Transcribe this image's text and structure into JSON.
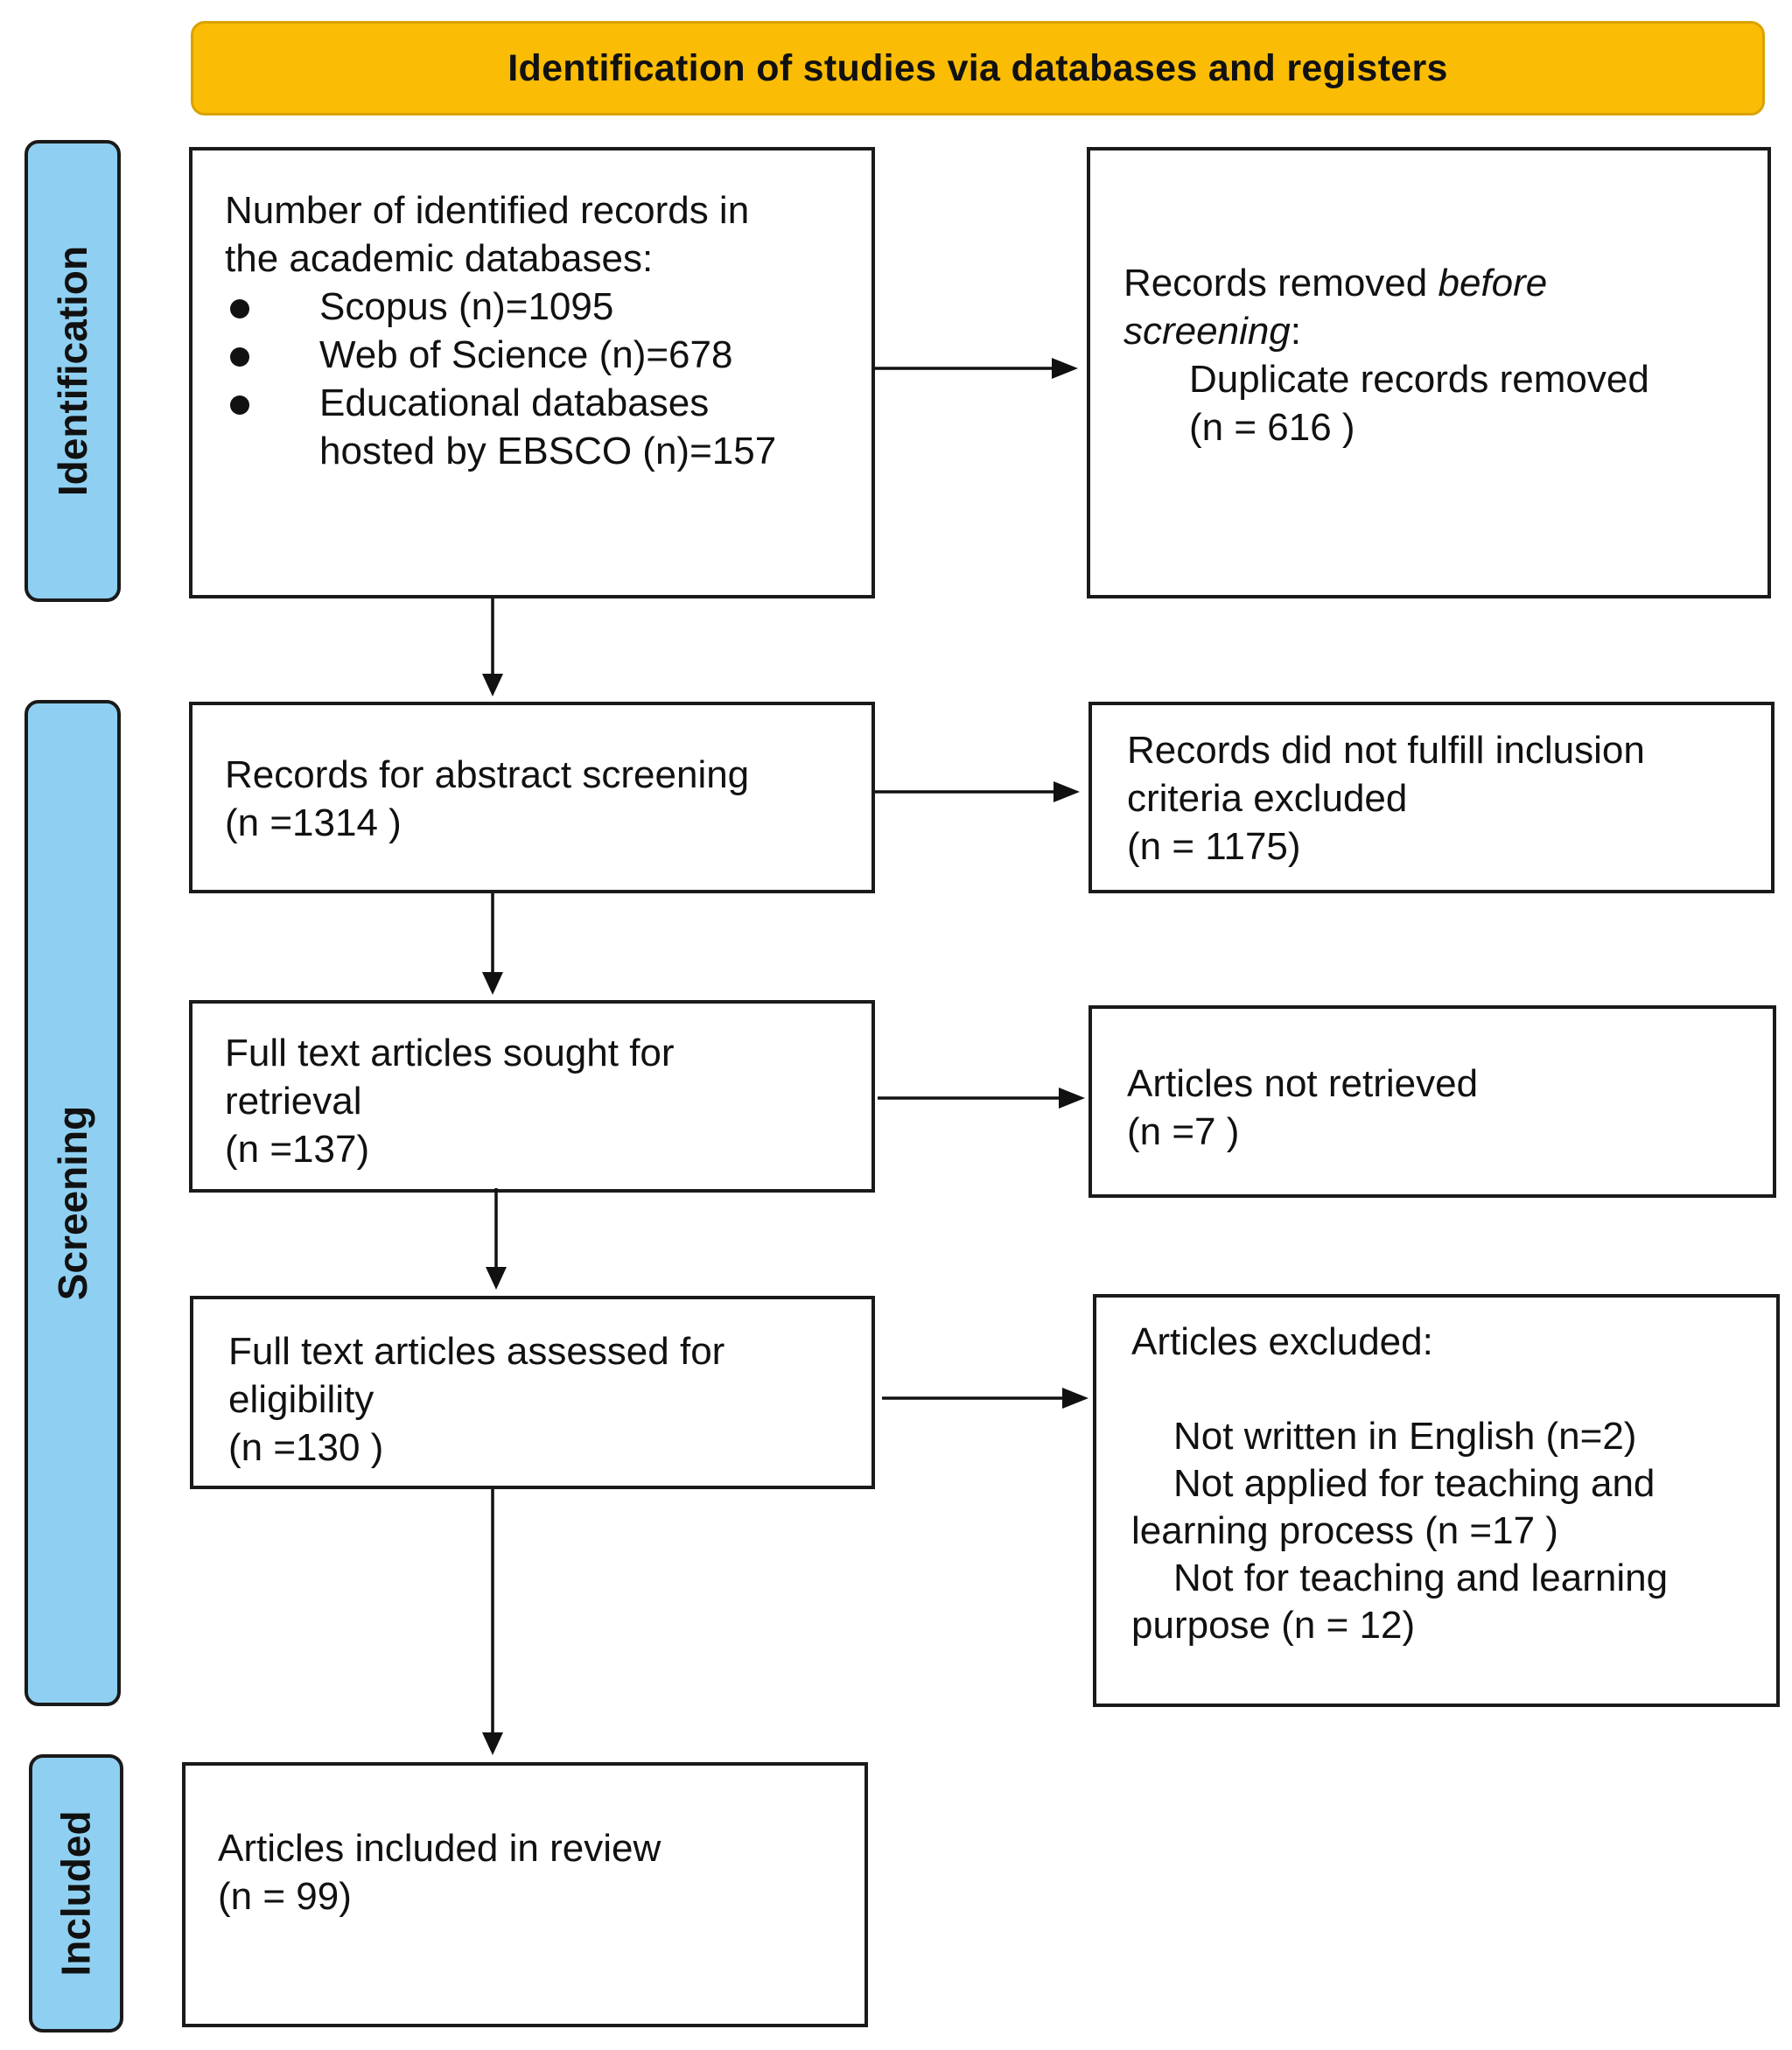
{
  "banner": {
    "title": "Identification of studies via databases and registers"
  },
  "phases": {
    "identification": "Identification",
    "screening": "Screening",
    "included": "Included"
  },
  "identified": {
    "intro_line1": "Number of identified records in",
    "intro_line2": "the academic databases:",
    "sources": [
      {
        "line1": "Scopus (n)=1095"
      },
      {
        "line1": "Web of Science (n)=678"
      },
      {
        "line1": "Educational databases",
        "line2": "hosted by EBSCO (n)=157"
      }
    ]
  },
  "removed": {
    "line1_prefix": "Records removed ",
    "line1_italic": "before",
    "line2_italic": "screening",
    "line2_suffix": ":",
    "detail": "Duplicate records removed",
    "count": "(n = 616 )"
  },
  "abstract_screening": {
    "line1": "Records for abstract screening",
    "count": "(n =1314 )"
  },
  "not_fulfilled": {
    "line1": "Records did not fulfill inclusion",
    "line2": "criteria excluded",
    "count": "(n = 1175)"
  },
  "sought": {
    "line1": "Full text articles sought for",
    "line2": "retrieval",
    "count": "(n =137)"
  },
  "not_retrieved": {
    "line1": "Articles not retrieved",
    "count": "(n =7 )"
  },
  "assessed": {
    "line1": "Full text articles assessed for",
    "line2": "eligibility",
    "count": "(n =130 )"
  },
  "excluded": {
    "heading": "Articles excluded:",
    "reason1": "Not written in English (n=2)",
    "reason2_line1": "Not applied for teaching and",
    "reason2_line2": "learning process (n =17 )",
    "reason3_line1": "Not for teaching and learning",
    "reason3_line2": "purpose (n = 12)"
  },
  "included": {
    "line1": "Articles included in review",
    "count": "(n = 99)"
  }
}
